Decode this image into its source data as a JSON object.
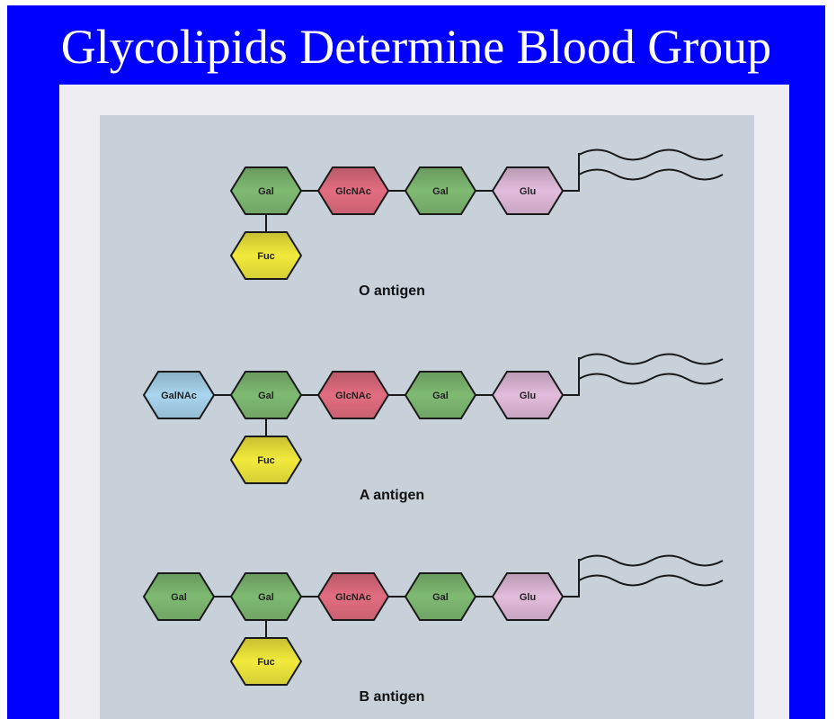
{
  "title": "Glycolipids Determine Blood Group",
  "colors": {
    "background": "#0000ff",
    "title_text": "#ffffff",
    "frame": "#eeeef2",
    "panel": "#c8d0da",
    "Gal": "#7fba72",
    "GlcNAc": "#e26d80",
    "Glu": "#e2bcdc",
    "Fuc": "#f2ea3c",
    "GalNAc": "#a8d6ee"
  },
  "antigens": [
    {
      "label": "O antigen",
      "sugars": [
        {
          "name": "Gal",
          "label": "Gal"
        },
        {
          "name": "GlcNAc",
          "label": "GlcNAc"
        },
        {
          "name": "Gal",
          "label": "Gal"
        },
        {
          "name": "Glu",
          "label": "Glu"
        }
      ],
      "branch": {
        "name": "Fuc",
        "label": "Fuc"
      }
    },
    {
      "label": "A antigen",
      "sugars": [
        {
          "name": "GalNAc",
          "label": "GalNAc"
        },
        {
          "name": "Gal",
          "label": "Gal"
        },
        {
          "name": "GlcNAc",
          "label": "GlcNAc"
        },
        {
          "name": "Gal",
          "label": "Gal"
        },
        {
          "name": "Glu",
          "label": "Glu"
        }
      ],
      "branch": {
        "name": "Fuc",
        "label": "Fuc"
      }
    },
    {
      "label": "B antigen",
      "sugars": [
        {
          "name": "Gal",
          "label": "Gal"
        },
        {
          "name": "Gal",
          "label": "Gal"
        },
        {
          "name": "GlcNAc",
          "label": "GlcNAc"
        },
        {
          "name": "Gal",
          "label": "Gal"
        },
        {
          "name": "Glu",
          "label": "Glu"
        }
      ],
      "branch": {
        "name": "Fuc",
        "label": "Fuc"
      }
    }
  ]
}
